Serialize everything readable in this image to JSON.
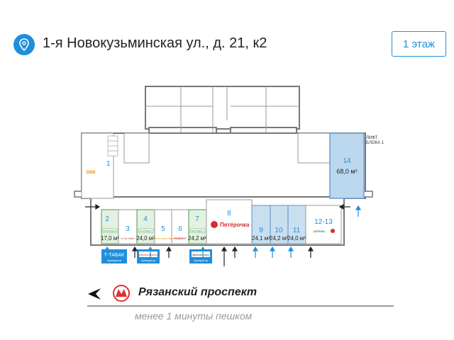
{
  "header": {
    "address": "1-я Новокузьминская ул., д. 21, к2",
    "floor_button": "1 этаж",
    "pin_icon": "map-pin-icon"
  },
  "plan": {
    "lift_label_line1": "ЛИФТ",
    "lift_label_line2": "БЛОКА 1",
    "units": [
      {
        "number": "1",
        "area": "",
        "tenant": "DNS",
        "status": "rented"
      },
      {
        "number": "2",
        "area": "17,0 м²",
        "tenant": "",
        "status": "free"
      },
      {
        "number": "3",
        "area": "",
        "tenant": "Х-Пи Нэйл",
        "status": "rented"
      },
      {
        "number": "4",
        "area": "24,0 м²",
        "tenant": "",
        "status": "free"
      },
      {
        "number": "5",
        "area": "",
        "tenant": "Цветочная лавка",
        "status": "rented"
      },
      {
        "number": "6",
        "area": "",
        "tenant": "РЕМОНТ",
        "status": "rented"
      },
      {
        "number": "7",
        "area": "24,2 м²",
        "tenant": "",
        "status": "free"
      },
      {
        "number": "8",
        "area": "",
        "tenant": "Пятёрочка",
        "status": "rented"
      },
      {
        "number": "9",
        "area": "24,1 м²",
        "tenant": "",
        "status": "free"
      },
      {
        "number": "10",
        "area": "24,2 м²",
        "tenant": "",
        "status": "free"
      },
      {
        "number": "11",
        "area": "24,0 м²",
        "tenant": "",
        "status": "free"
      },
      {
        "number": "12-13",
        "area": "",
        "tenant": "АПТЕКА",
        "status": "rented"
      },
      {
        "number": "14",
        "area": "68,0 м²",
        "tenant": "",
        "status": "free"
      }
    ],
    "free_badge": "свободно",
    "signs": [
      {
        "text": "Т-ТАБАК",
        "sub": "Арендатор"
      },
      {
        "text": "Красное&Белое",
        "sub": "Арендатор"
      },
      {
        "text": "Доброе утро",
        "sub": "Арендатор"
      }
    ]
  },
  "metro": {
    "station": "Рязанский проспект",
    "walk_time": "менее 1 минуты пешком",
    "arrow_icon": "arrow-left-icon",
    "metro_icon": "metro-logo-icon"
  },
  "colors": {
    "accent": "#1f8fdc",
    "free_green": "#e3f1e0",
    "free_blue": "#c8dff0",
    "unit14_blue": "#bcd8ee"
  }
}
